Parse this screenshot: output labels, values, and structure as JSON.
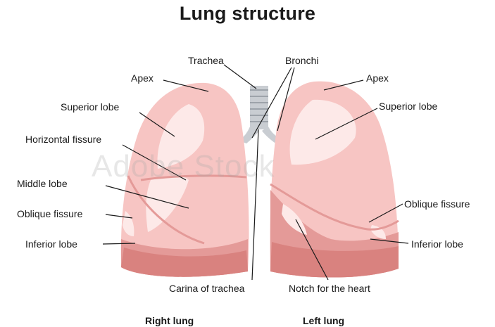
{
  "title": "Lung structure",
  "watermark": "Adobe Stock",
  "labels": {
    "trachea": "Trachea",
    "bronchi": "Bronchi",
    "apex_right": "Apex",
    "apex_left": "Apex",
    "superior_lobe_right": "Superior lobe",
    "superior_lobe_left": "Superior lobe",
    "horizontal_fissure": "Horizontal fissure",
    "middle_lobe": "Middle lobe",
    "oblique_fissure_right": "Oblique fissure",
    "oblique_fissure_left": "Oblique fissure",
    "inferior_lobe_right": "Inferior lobe",
    "inferior_lobe_left": "Inferior lobe",
    "carina": "Carina of trachea",
    "notch": "Notch for the heart"
  },
  "captions": {
    "right_lung": "Right lung",
    "left_lung": "Left lung"
  },
  "colors": {
    "lung_fill": "#f7c5c3",
    "lung_highlight": "#fde9e8",
    "lung_shadow": "#e49a98",
    "lung_dark": "#d9827f",
    "trachea": "#c9cdd2",
    "leader_line": "#1a1a1a"
  }
}
